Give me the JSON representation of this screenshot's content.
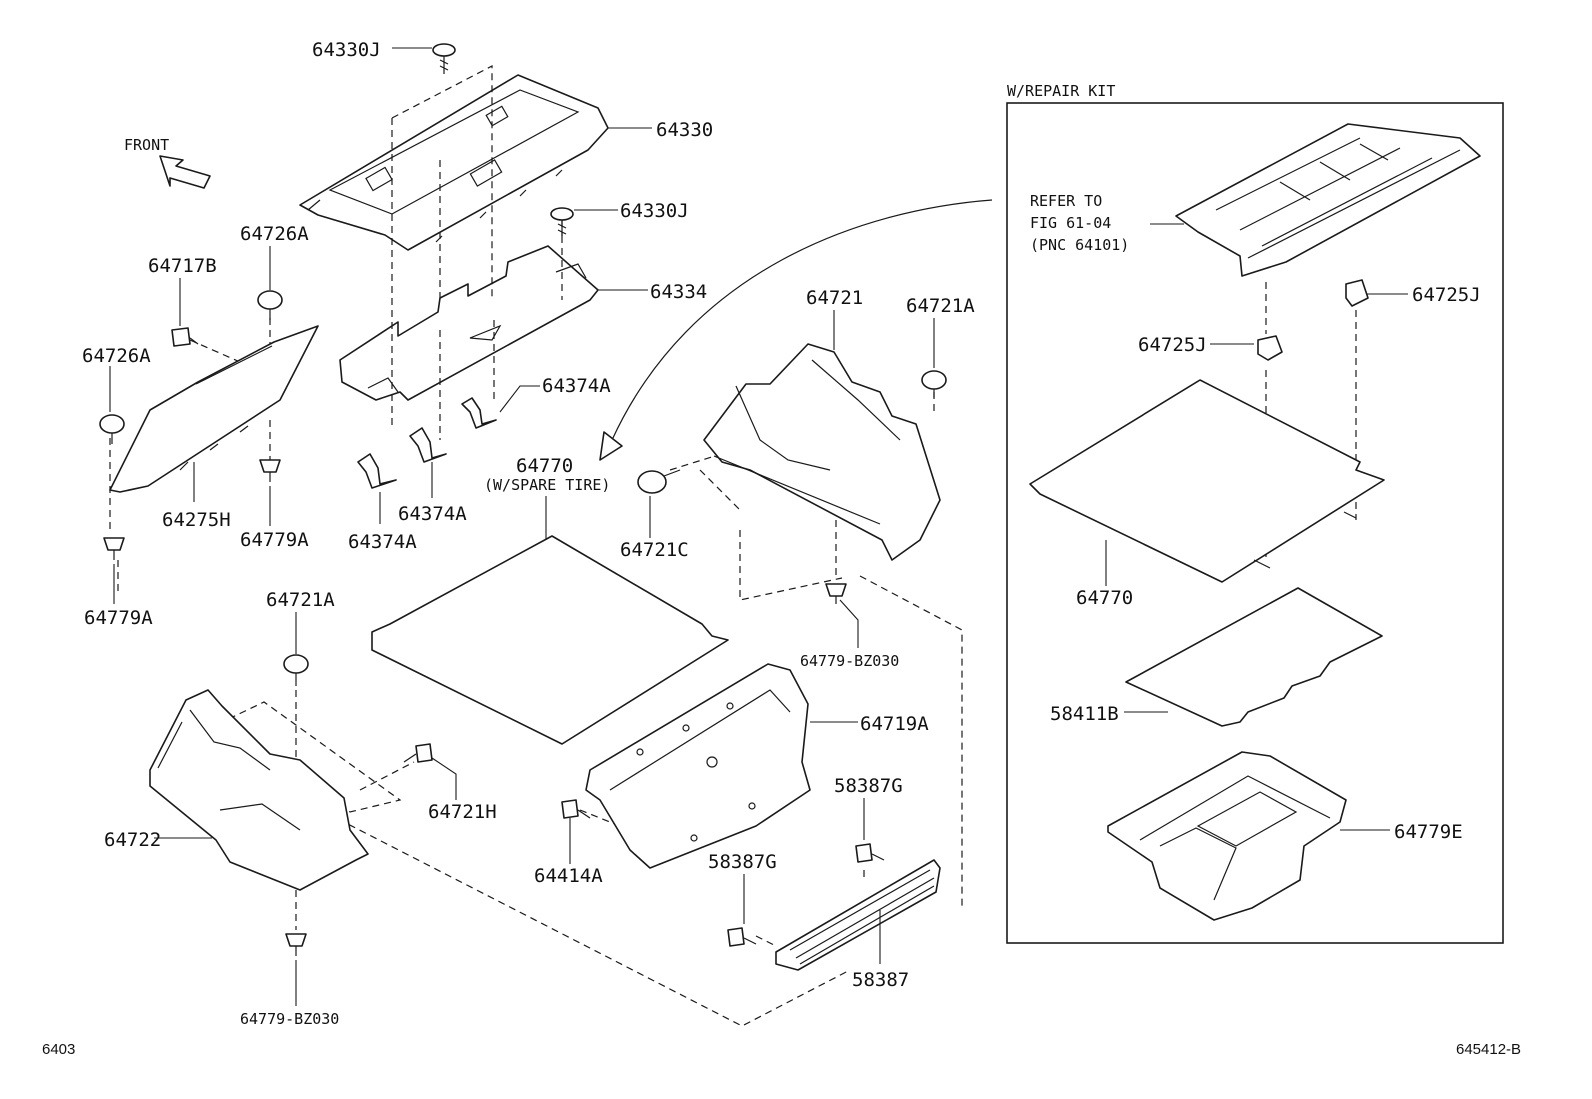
{
  "diagram": {
    "page_code": "6403",
    "figure_code": "645412-B",
    "front_label": "FRONT",
    "kit_title": "W/REPAIR KIT",
    "refer_note": [
      "REFER TO",
      "FIG 61-04",
      "(PNC 64101)"
    ],
    "spare_tire_note": "(W/SPARE TIRE)",
    "parts": {
      "p64330J_top": "64330J",
      "p64330": "64330",
      "p64330J_mid": "64330J",
      "p64334": "64334",
      "p64374A_r": "64374A",
      "p64374A_m": "64374A",
      "p64374A_l": "64374A",
      "p64726A_top": "64726A",
      "p64717B": "64717B",
      "p64726A_left": "64726A",
      "p64275H": "64275H",
      "p64779A_mid": "64779A",
      "p64779A_left": "64779A",
      "p64770_main": "64770",
      "p64721": "64721",
      "p64721A_right": "64721A",
      "p64721C": "64721C",
      "p64779BZ030_right": "64779-BZ030",
      "p64721A_left": "64721A",
      "p64721H": "64721H",
      "p64722": "64722",
      "p64779BZ030_left": "64779-BZ030",
      "p64719A": "64719A",
      "p64414A": "64414A",
      "p58387G_a": "58387G",
      "p58387G_b": "58387G",
      "p58387": "58387",
      "p64725J_r": "64725J",
      "p64725J_l": "64725J",
      "p64770_kit": "64770",
      "p58411B": "58411B",
      "p64779E": "64779E"
    }
  }
}
